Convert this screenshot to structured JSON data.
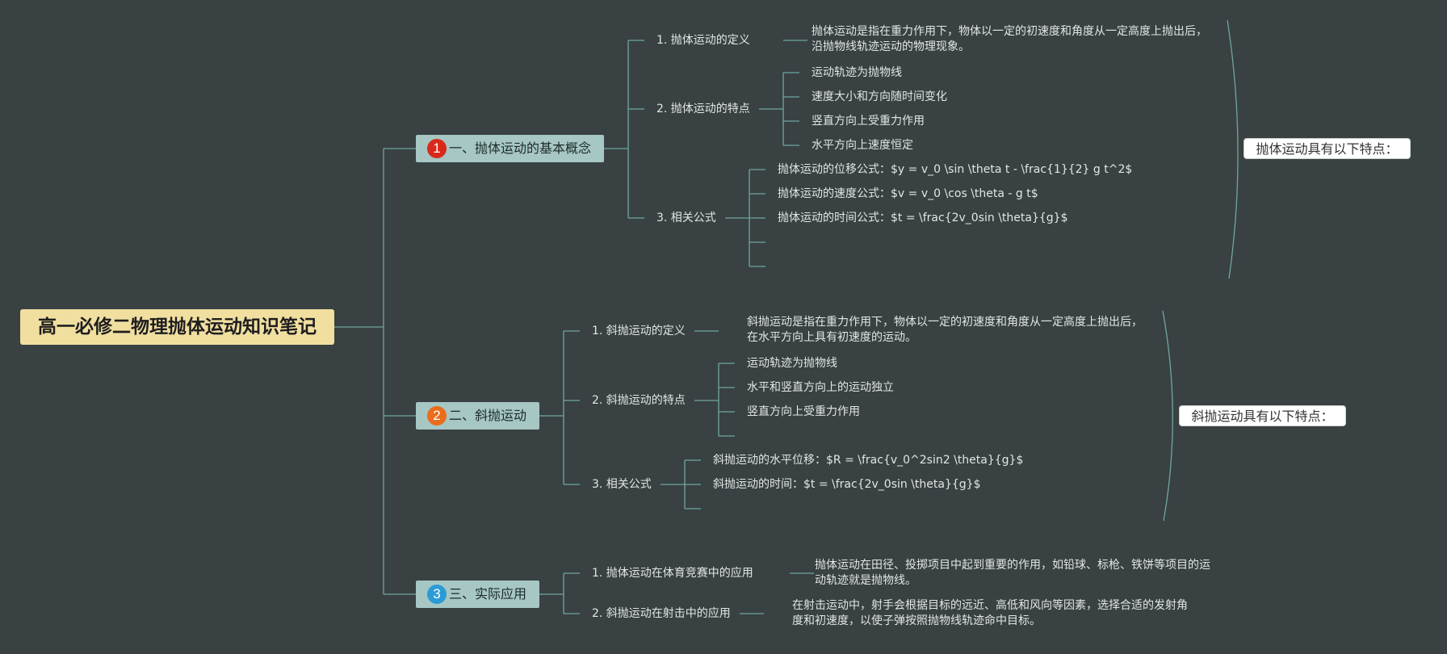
{
  "root": "高一必修二物理抛体运动知识笔记",
  "branches": [
    {
      "number": "1",
      "label": "一、抛体运动的基本概念",
      "color": "#d8291b",
      "sub": [
        {
          "label": "1. 抛体运动的定义",
          "items": [
            "抛体运动是指在重力作用下，物体以一定的初速度和角度从一定高度上抛出后，沿抛物线轨迹运动的物理现象。"
          ]
        },
        {
          "label": "2. 抛体运动的特点",
          "items": [
            "运动轨迹为抛物线",
            "速度大小和方向随时间变化",
            "竖直方向上受重力作用",
            "水平方向上速度恒定"
          ]
        },
        {
          "label": "3. 相关公式",
          "items": [
            "抛体运动的位移公式：$y = v_0 \\sin \\theta t - \\frac{1}{2} g t^2$",
            "抛体运动的速度公式：$v = v_0 \\cos \\theta - g t$",
            "抛体运动的时间公式：$t = \\frac{2v_0sin \\theta}{g}$",
            "",
            ""
          ]
        }
      ],
      "summary": "抛体运动具有以下特点："
    },
    {
      "number": "2",
      "label": "二、斜抛运动",
      "color": "#e96d1c",
      "sub": [
        {
          "label": "1. 斜抛运动的定义",
          "items": [
            "斜抛运动是指在重力作用下，物体以一定的初速度和角度从一定高度上抛出后，在水平方向上具有初速度的运动。"
          ]
        },
        {
          "label": "2. 斜抛运动的特点",
          "items": [
            "运动轨迹为抛物线",
            "水平和竖直方向上的运动独立",
            "竖直方向上受重力作用",
            ""
          ]
        },
        {
          "label": "3. 相关公式",
          "items": [
            "斜抛运动的水平位移：$R = \\frac{v_0^2sin2 \\theta}{g}$",
            "斜抛运动的时间：$t = \\frac{2v_0sin \\theta}{g}$",
            ""
          ]
        }
      ],
      "summary": "斜抛运动具有以下特点："
    },
    {
      "number": "3",
      "label": "三、实际应用",
      "color": "#2b9bd6",
      "sub": [
        {
          "label": "1. 抛体运动在体育竞赛中的应用",
          "items": [
            "抛体运动在田径、投掷项目中起到重要的作用，如铅球、标枪、铁饼等项目的运动轨迹就是抛物线。"
          ]
        },
        {
          "label": "2. 斜抛运动在射击中的应用",
          "items": [
            "在射击运动中，射手会根据目标的远近、高低和风向等因素，选择合适的发射角度和初速度，以使子弹按照抛物线轨迹命中目标。"
          ]
        }
      ]
    }
  ],
  "colors": {
    "background": "#394143",
    "line": "#6fa79e",
    "root_fill": "#f1dfa0",
    "branch_fill": "#a6c7c4"
  }
}
